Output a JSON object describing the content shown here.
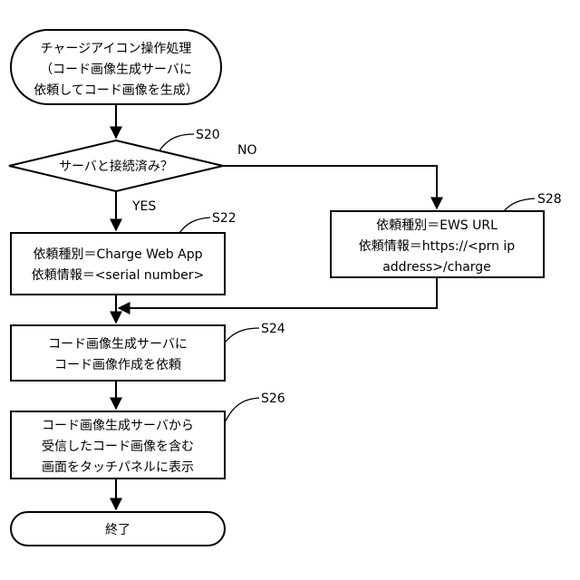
{
  "start": {
    "lines": [
      "チャージアイコン操作処理",
      "（コード画像生成サーバに",
      "依頼してコード画像を生成）"
    ]
  },
  "decision": {
    "step": "S20",
    "text": "サーバと接続済み？",
    "no_label": "NO",
    "yes_label": "YES"
  },
  "box_s22": {
    "step": "S22",
    "lines": [
      "依頼種別＝Charge Web App",
      "依頼情報＝<serial number>"
    ]
  },
  "box_s28": {
    "step": "S28",
    "lines": [
      "依頼種別＝EWS URL",
      "依頼情報＝https://<prn ip",
      "address>/charge"
    ]
  },
  "box_s24": {
    "step": "S24",
    "lines": [
      "コード画像生成サーバに",
      "コード画像作成を依頼"
    ]
  },
  "box_s26": {
    "step": "S26",
    "lines": [
      "コード画像生成サーバから",
      "受信したコード画像を含む",
      "画面をタッチパネルに表示"
    ]
  },
  "end": {
    "text": "終了"
  }
}
